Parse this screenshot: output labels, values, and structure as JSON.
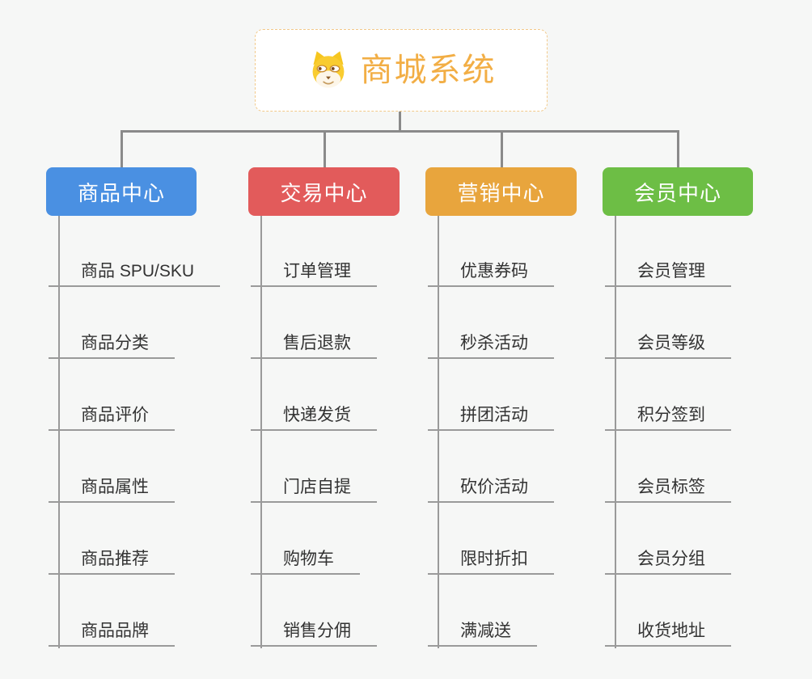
{
  "page": {
    "background": "#f6f7f6"
  },
  "root": {
    "title": "商城系统",
    "icon": "doge-icon",
    "title_color": "#f2ae45",
    "border_color": "#f2c98a"
  },
  "connector_color": "#8a8a8a",
  "line_color": "#9a9a9a",
  "branches": [
    {
      "id": "product-center",
      "label": "商品中心",
      "color": "#4a90e2",
      "items": [
        "商品 SPU/SKU",
        "商品分类",
        "商品评价",
        "商品属性",
        "商品推荐",
        "商品品牌"
      ]
    },
    {
      "id": "trade-center",
      "label": "交易中心",
      "color": "#e25b5b",
      "items": [
        "订单管理",
        "售后退款",
        "快递发货",
        "门店自提",
        "购物车",
        "销售分佣"
      ]
    },
    {
      "id": "marketing-center",
      "label": "营销中心",
      "color": "#e8a53d",
      "items": [
        "优惠券码",
        "秒杀活动",
        "拼团活动",
        "砍价活动",
        "限时折扣",
        "满减送"
      ]
    },
    {
      "id": "member-center",
      "label": "会员中心",
      "color": "#6dbe45",
      "items": [
        "会员管理",
        "会员等级",
        "积分签到",
        "会员标签",
        "会员分组",
        "收货地址"
      ]
    }
  ]
}
